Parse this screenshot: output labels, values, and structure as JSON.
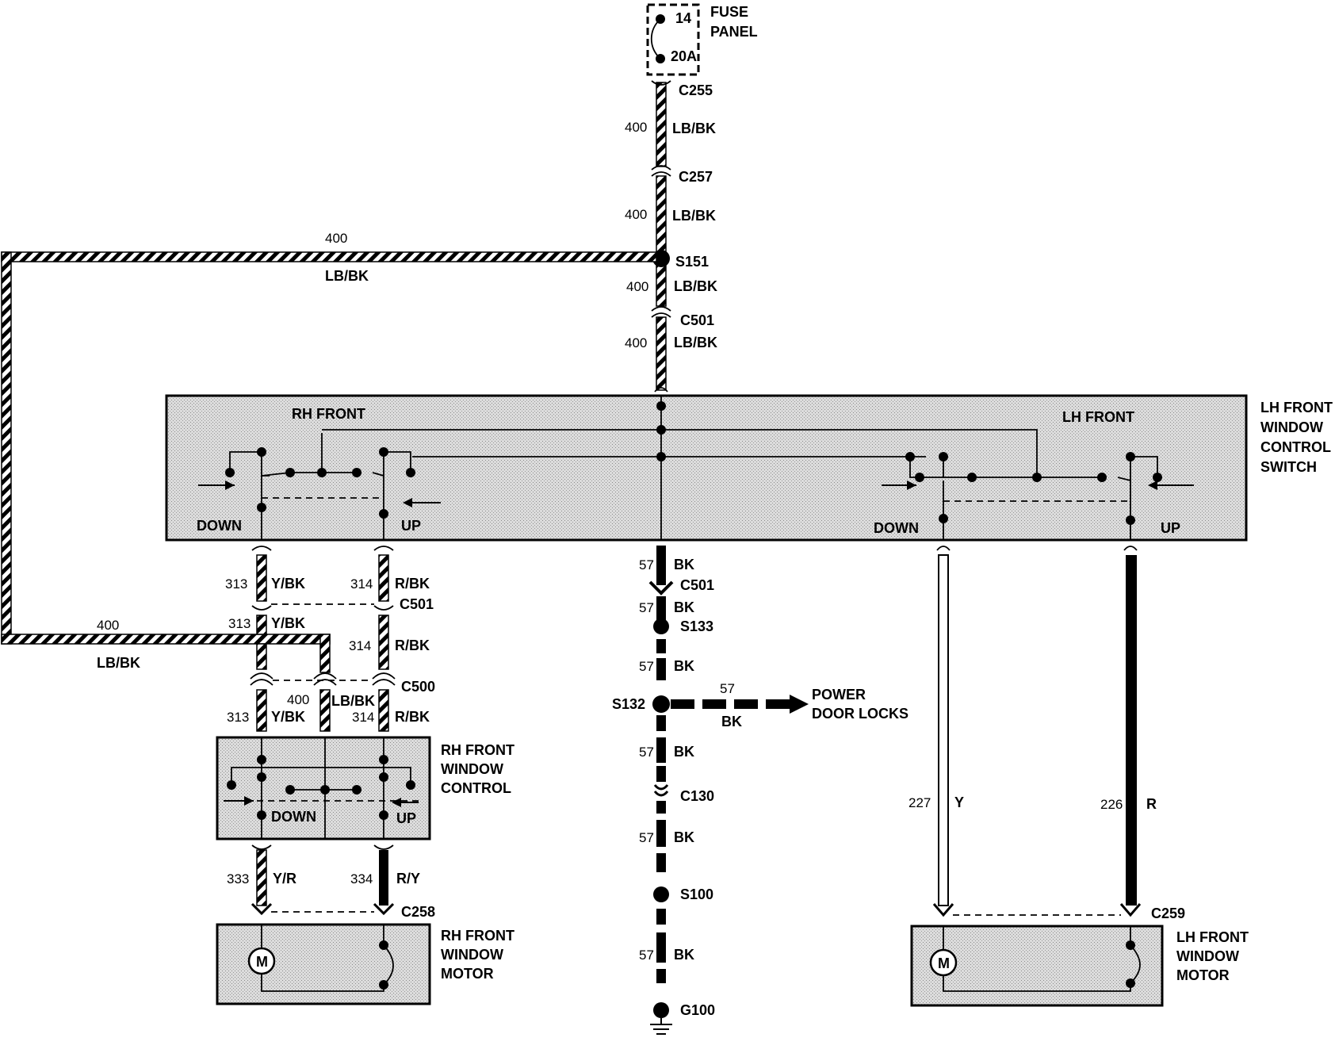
{
  "colors": {
    "ink": "#000000",
    "stipple": "#d9d9d9",
    "background": "#ffffff"
  },
  "fuse": {
    "title_1": "FUSE",
    "title_2": "PANEL",
    "number": "14",
    "rating": "20A"
  },
  "connectors": {
    "c255": "C255",
    "c257": "C257",
    "c501_top": "C501",
    "c501_mid": "C501",
    "c501_rh": "C501",
    "c500": "C500",
    "c130": "C130",
    "c258": "C258",
    "c259": "C259"
  },
  "splices": {
    "s151": "S151",
    "s133": "S133",
    "s132": "S132",
    "s100": "S100"
  },
  "ground": {
    "g100": "G100"
  },
  "wires": {
    "w400": "400",
    "lbbk": "LB/BK",
    "w313": "313",
    "ybk": "Y/BK",
    "w314": "314",
    "rbk": "R/BK",
    "w333": "333",
    "yr": "Y/R",
    "w334": "334",
    "ry": "R/Y",
    "w57": "57",
    "bk": "BK",
    "w227": "227",
    "y": "Y",
    "w226": "226",
    "r": "R"
  },
  "components": {
    "lh_switch": {
      "line1": "LH FRONT",
      "line2": "WINDOW",
      "line3": "CONTROL",
      "line4": "SWITCH"
    },
    "rh_front_label": "RH FRONT",
    "lh_front_label": "LH FRONT",
    "rh_control": {
      "line1": "RH FRONT",
      "line2": "WINDOW",
      "line3": "CONTROL"
    },
    "rh_motor": {
      "line1": "RH FRONT",
      "line2": "WINDOW",
      "line3": "MOTOR"
    },
    "lh_motor": {
      "line1": "LH FRONT",
      "line2": "WINDOW",
      "line3": "MOTOR"
    },
    "motor_symbol": "M",
    "down": "DOWN",
    "up": "UP"
  },
  "power_door_locks": {
    "line1": "POWER",
    "line2": "DOOR LOCKS"
  }
}
